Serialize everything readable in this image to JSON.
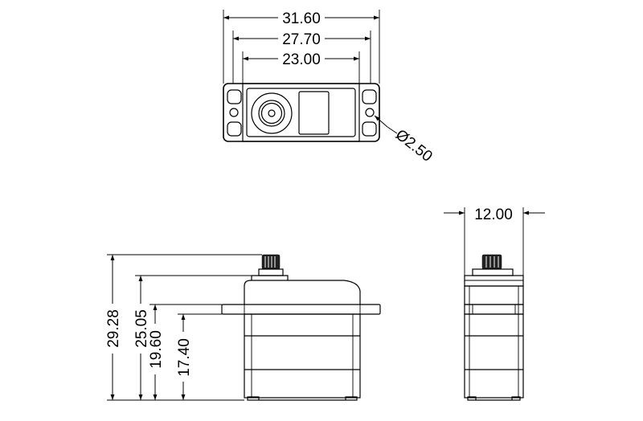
{
  "top_view": {
    "dim_overall_width": "31.60",
    "dim_hole_spacing": "27.70",
    "dim_body_width": "23.00",
    "dim_hole_diameter": "Ø2.50"
  },
  "front_view": {
    "dim_total_height": "29.28",
    "dim_body_height": "25.05",
    "dim_flange_top": "19.60",
    "dim_flange_bottom": "17.40"
  },
  "side_view": {
    "dim_body_depth": "12.00"
  }
}
